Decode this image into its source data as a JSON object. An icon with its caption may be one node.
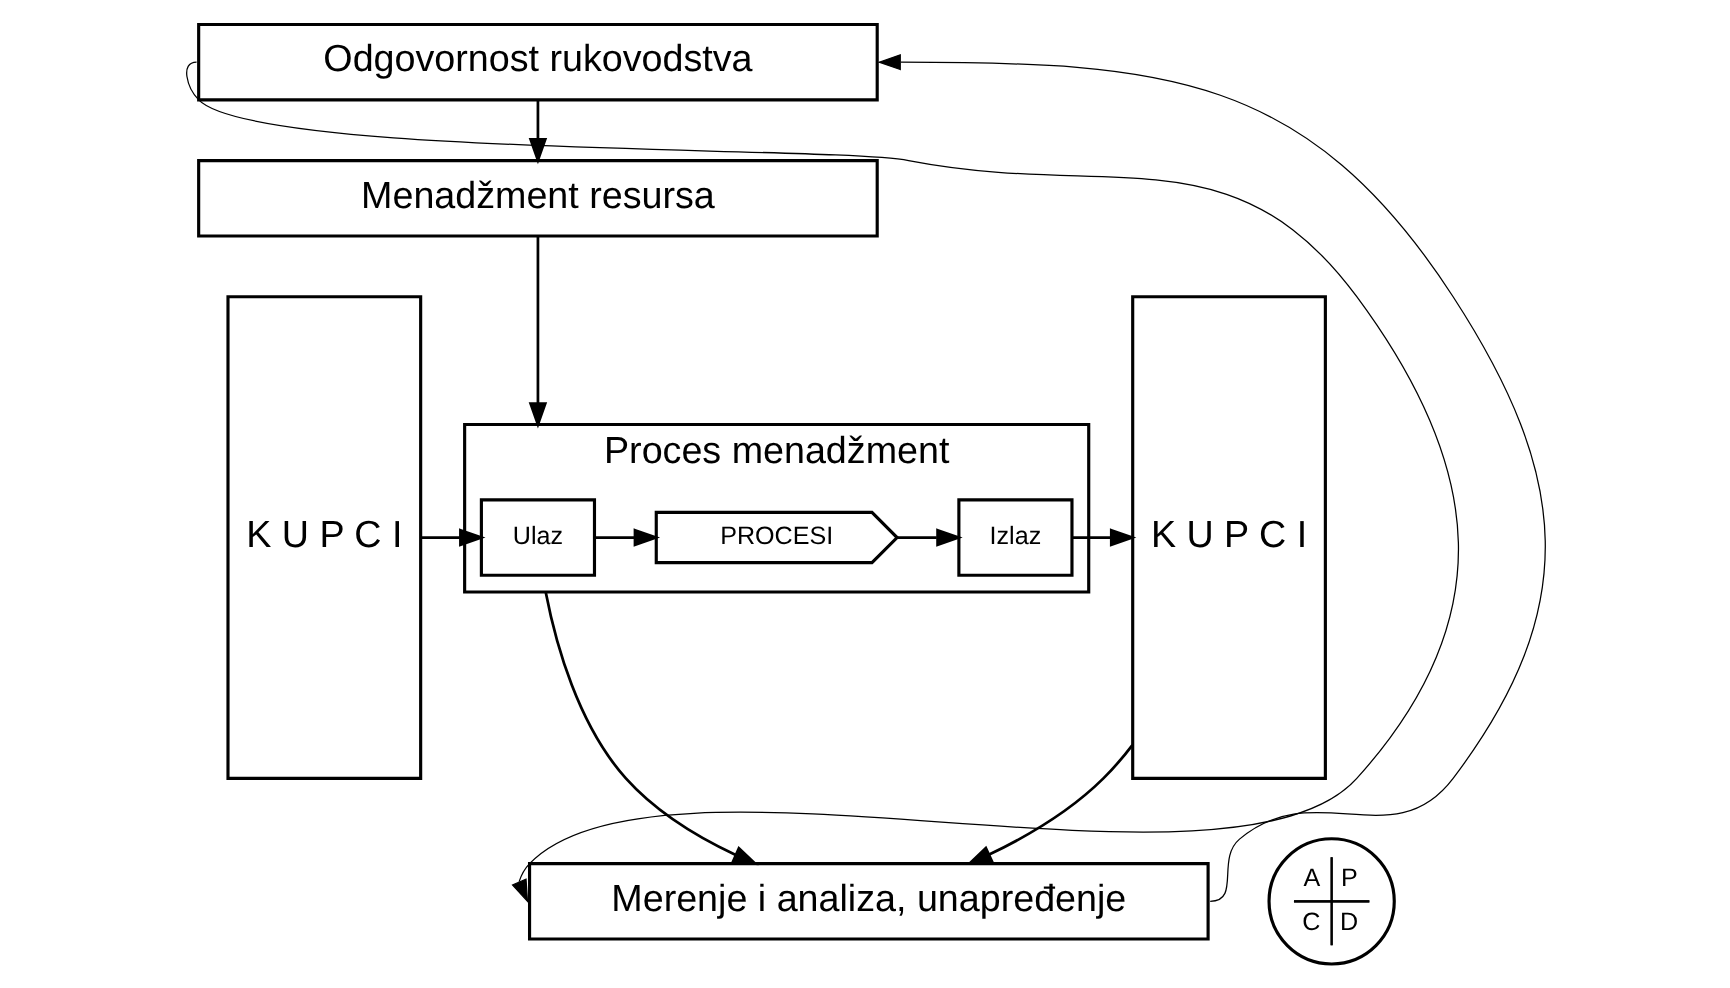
{
  "diagram": {
    "nodes": [
      {
        "text": [
          "K U P C I"
        ]
      },
      {
        "text": [
          "Odgovornost rukovodstva"
        ]
      },
      {
        "text": [
          "Menadžment resursa"
        ]
      },
      {
        "text": [
          "Proces menadžment"
        ]
      },
      {
        "text": [
          "Ulaz"
        ],
        "in": 3
      },
      {
        "text": [
          "PROCESI"
        ],
        "in": 3
      },
      {
        "text": [
          "Izlaz"
        ],
        "in": 3
      },
      {
        "text": [
          "Merenje i analiza, unapređenje"
        ]
      },
      {
        "text": [
          "K U P C I"
        ]
      },
      {
        "text": [
          "A",
          "P",
          "C",
          "D"
        ]
      }
    ],
    "edges": [
      {
        "from": 1,
        "to": 2,
        "arrow": "to"
      },
      {
        "from": 2,
        "to": 3,
        "arrow": "to"
      },
      {
        "from": 0,
        "to": 4,
        "arrow": "to"
      },
      {
        "from": 4,
        "to": 5,
        "arrow": "to"
      },
      {
        "from": 5,
        "to": 6,
        "arrow": "to"
      },
      {
        "from": 6,
        "to": 8,
        "arrow": "to"
      },
      {
        "from": 3,
        "to": 7,
        "arrow": "to"
      },
      {
        "from": 8,
        "to": 7,
        "arrow": "to"
      },
      {
        "from": 1,
        "to": 7,
        "arrow": "to"
      },
      {
        "from": 7,
        "to": 1,
        "arrow": "to"
      }
    ]
  }
}
